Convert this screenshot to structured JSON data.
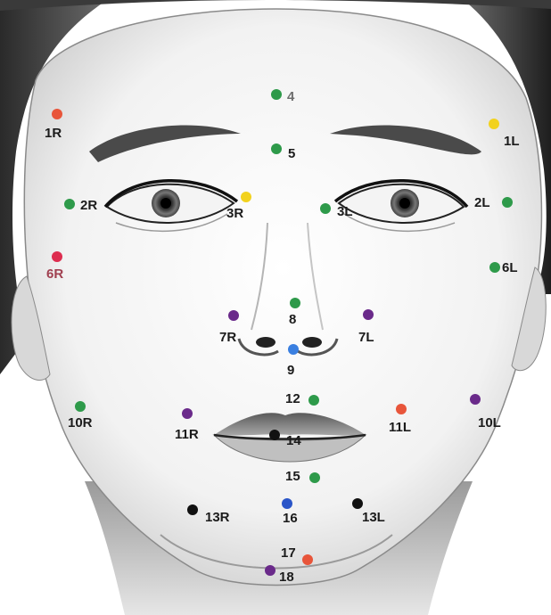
{
  "landmarks": [
    {
      "id": "1R",
      "label": "1R",
      "color": "#e8553a"
    },
    {
      "id": "1L",
      "label": "1L",
      "color": "#f2d21e"
    },
    {
      "id": "2R",
      "label": "2R",
      "color": "#2e9a4a"
    },
    {
      "id": "2L",
      "label": "2L",
      "color": "#2e9a4a"
    },
    {
      "id": "3R",
      "label": "3R",
      "color": "#f2d21e"
    },
    {
      "id": "3L",
      "label": "3L",
      "color": "#2e9a4a"
    },
    {
      "id": "4",
      "label": "4",
      "color": "#2e9a4a"
    },
    {
      "id": "5",
      "label": "5",
      "color": "#2e9a4a"
    },
    {
      "id": "6R",
      "label": "6R",
      "color": "#dd2d4f"
    },
    {
      "id": "6L",
      "label": "6L",
      "color": "#2e9a4a"
    },
    {
      "id": "7R",
      "label": "7R",
      "color": "#6a2a8a"
    },
    {
      "id": "7L",
      "label": "7L",
      "color": "#6a2a8a"
    },
    {
      "id": "8",
      "label": "8",
      "color": "#2e9a4a"
    },
    {
      "id": "9",
      "label": "9",
      "color": "#3a7fe0"
    },
    {
      "id": "10R",
      "label": "10R",
      "color": "#2e9a4a"
    },
    {
      "id": "10L",
      "label": "10L",
      "color": "#6a2a8a"
    },
    {
      "id": "11R",
      "label": "11R",
      "color": "#6a2a8a"
    },
    {
      "id": "11L",
      "label": "11L",
      "color": "#e8553a"
    },
    {
      "id": "12",
      "label": "12",
      "color": "#2e9a4a"
    },
    {
      "id": "13R",
      "label": "13R",
      "color": "#111111"
    },
    {
      "id": "13L",
      "label": "13L",
      "color": "#111111"
    },
    {
      "id": "14",
      "label": "14",
      "color": "#111111"
    },
    {
      "id": "15",
      "label": "15",
      "color": "#2e9a4a"
    },
    {
      "id": "16",
      "label": "16",
      "color": "#2a55c8"
    },
    {
      "id": "17",
      "label": "17",
      "color": "#e8553a"
    },
    {
      "id": "18",
      "label": "18",
      "color": "#6a2a8a"
    }
  ]
}
